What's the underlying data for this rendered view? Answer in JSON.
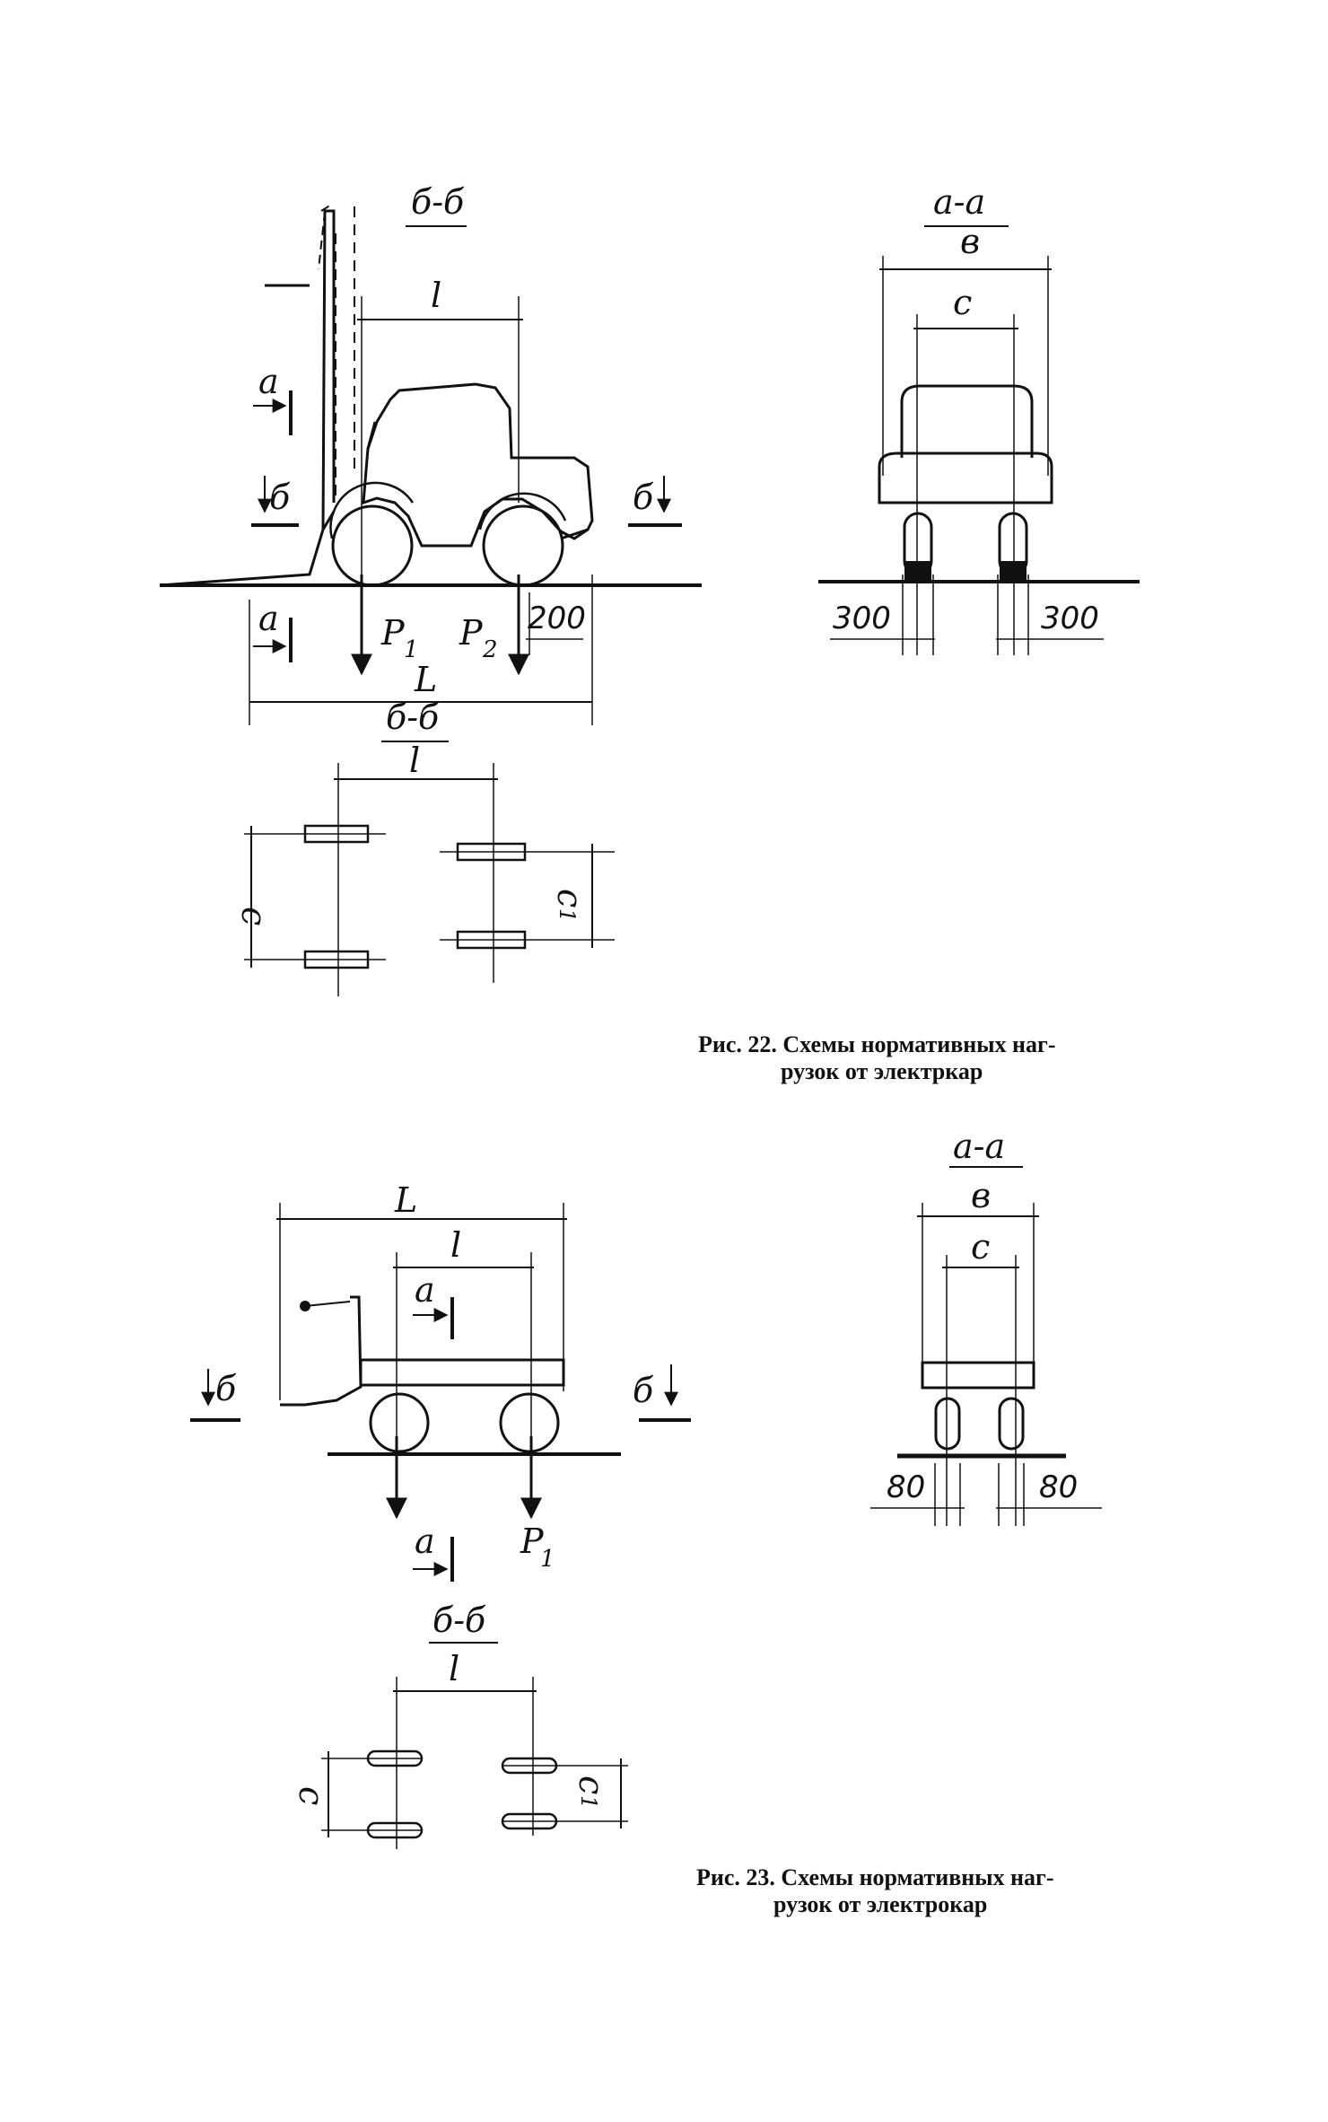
{
  "fig22": {
    "top_left": {
      "section_title": "б-б",
      "labels": {
        "l_top": "l",
        "a_upper": "a",
        "a_lower": "a",
        "b_left": "б",
        "b_right": "б",
        "p1": "P",
        "p1_sub": "1",
        "p2": "P",
        "p2_sub": "2",
        "L": "L"
      },
      "dim_200": "200"
    },
    "top_right": {
      "section_title": "a-a",
      "b_label": "в",
      "c_label": "c",
      "dim_left": "300",
      "dim_right": "300"
    },
    "plan": {
      "section_title": "б-б",
      "l_label": "l",
      "c_label": "c",
      "c1_label": "c",
      "c1_sub": "1"
    },
    "caption_line1": "Рис.  22. Схемы  нормативных  наг-",
    "caption_line2": "рузок  от  электркар"
  },
  "fig23": {
    "side": {
      "L_label": "L",
      "l_label": "l",
      "a_upper": "a",
      "a_lower": "a",
      "b_left": "б",
      "b_right": "б",
      "p1": "P",
      "p1_sub": "1"
    },
    "section": {
      "section_title": "a-a",
      "b_label": "в",
      "c_label": "c",
      "dim_left": "80",
      "dim_right": "80"
    },
    "plan": {
      "section_title": "б-б",
      "l_label": "l",
      "c_label": "c",
      "c1_label": "c",
      "c1_sub": "1"
    },
    "caption_line1": "Рис.  23. Схемы  нормативных  наг-",
    "caption_line2": "рузок  от  электрокар"
  }
}
